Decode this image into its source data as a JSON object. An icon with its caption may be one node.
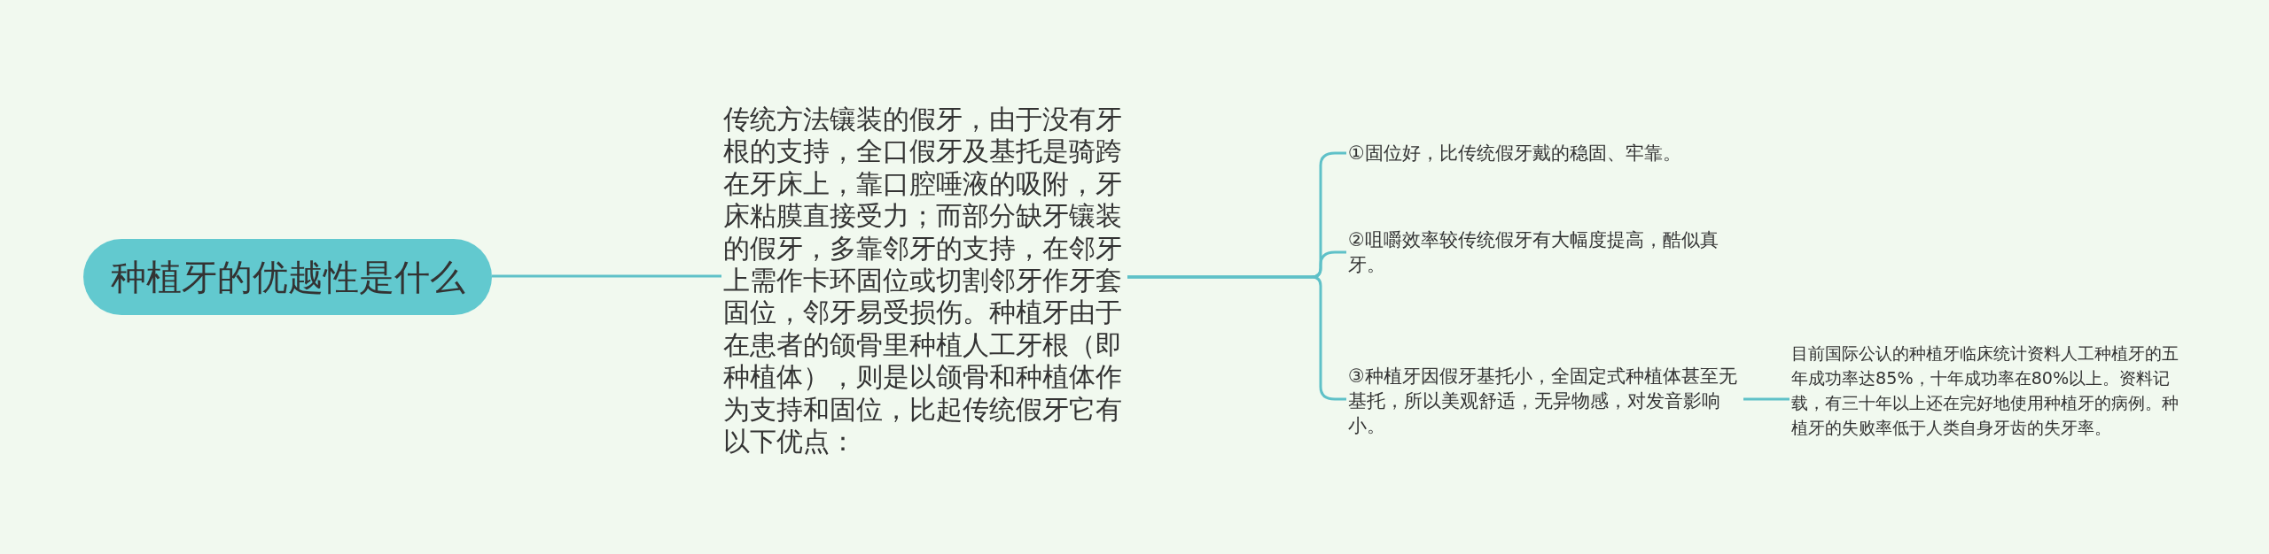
{
  "diagram": {
    "nodes": [
      {
        "text": [
          "种植牙的优越性是什么"
        ]
      },
      {
        "text": [
          "传统方法镶装的假牙，由于没有牙根的支持，全口假牙及基托是骑跨在牙床上，靠口腔唾液的吸附，牙床粘膜直接受力；而部分缺牙镶装的假牙，多靠邻牙的支持，在邻牙上需作卡环固位或切割邻牙作牙套固位，邻牙易受损伤。种植牙由于在患者的颌骨里种植人工牙根（即种植体），则是以颌骨和种植体作为支持和固位，比起传统假牙它有以下优点："
        ]
      },
      {
        "text": [
          "①固位好，比传统假牙戴的稳固、牢靠。"
        ]
      },
      {
        "text": [
          "②咀嚼效率较传统假牙有大幅度提高，酷似真牙。"
        ]
      },
      {
        "text": [
          "③种植牙因假牙基托小，全固定式种植体甚至无基托，所以美观舒适，无异物感，对发音影响小。"
        ]
      },
      {
        "text": [
          "目前国际公认的种植牙临床统计资料人工种植牙的五年成功率达85%，十年成功率在80%以上。资料记载，有三十年以上还在完好地使用种植牙的病例。种植牙的失败率低于人类自身牙齿的失牙率。"
        ]
      }
    ],
    "edges": [
      {
        "from": 0,
        "to": 1,
        "arrow": "none"
      },
      {
        "from": 1,
        "to": 2,
        "arrow": "none"
      },
      {
        "from": 1,
        "to": 3,
        "arrow": "none"
      },
      {
        "from": 1,
        "to": 4,
        "arrow": "none"
      },
      {
        "from": 4,
        "to": 5,
        "arrow": "none"
      }
    ]
  }
}
